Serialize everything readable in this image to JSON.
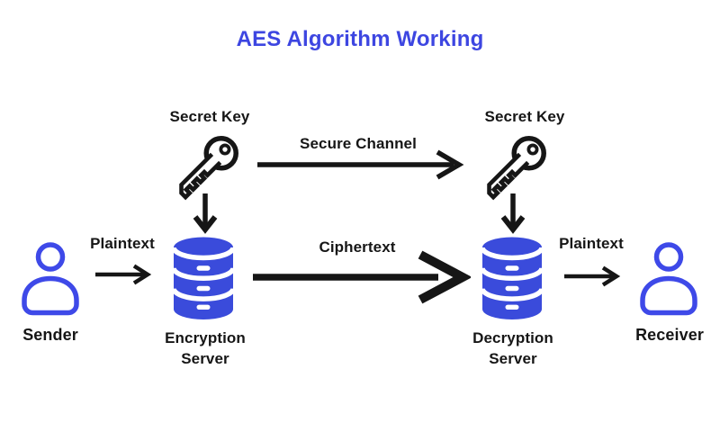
{
  "title": "AES Algorithm Working",
  "colors": {
    "title_blue": "#3d46e1",
    "database_blue": "#3a4bdb",
    "person_blue": "#3e49e8",
    "line_black": "#161616"
  },
  "labels": {
    "secret_key_left": "Secret Key",
    "secret_key_right": "Secret Key",
    "secure_channel": "Secure Channel",
    "plaintext_left": "Plaintext",
    "ciphertext": "Ciphertext",
    "plaintext_right": "Plaintext",
    "sender": "Sender",
    "encryption_server": "Encryption Server",
    "decryption_server": "Decryption Server",
    "receiver": "Receiver"
  },
  "icons": {
    "secret_key": "key-icon",
    "server": "database-stack-icon",
    "user": "person-icon",
    "key_to_server": "arrow-down-icon",
    "channel_flow": "arrow-right-icon"
  }
}
